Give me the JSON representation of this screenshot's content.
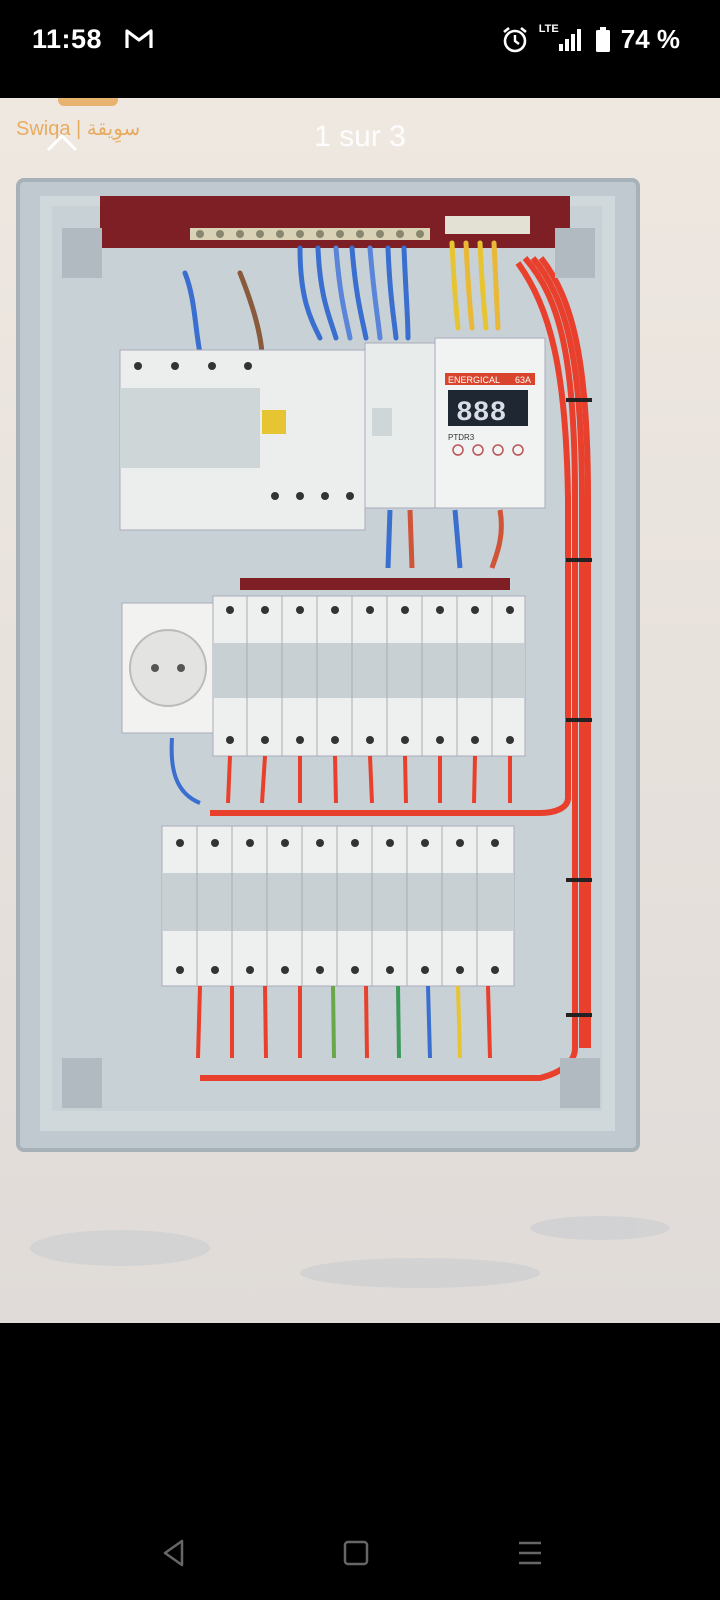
{
  "status_bar": {
    "time": "11:58",
    "network": "LTE",
    "battery": "74 %",
    "icons": [
      "gmail-icon",
      "alarm-icon",
      "signal-icon",
      "battery-icon"
    ]
  },
  "viewer": {
    "counter": "1 sur 3",
    "close_icon": "close-icon"
  },
  "watermark": {
    "text": "Swiqa | سوِيقة",
    "color": "#e6a24a"
  },
  "panel_display": {
    "brand": "ENERGICAL",
    "rating": "63A",
    "readout": "888",
    "model": "PTDR3"
  },
  "nav": {
    "icons": [
      "back-icon",
      "home-icon",
      "menu-icon"
    ]
  },
  "colors": {
    "wire_red": "#e8402c",
    "wire_blue": "#3a6fd0",
    "wire_yellow": "#e7c432",
    "panel": "#cfd7da"
  }
}
